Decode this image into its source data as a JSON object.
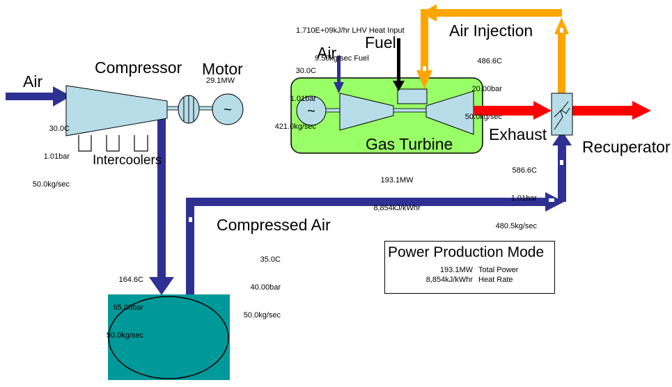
{
  "colors": {
    "air": "#2e3192",
    "exhaust": "#ff0000",
    "injection": "#ffa500",
    "turbine_enclosure": "#99ff66",
    "component": "#b7dde8",
    "storage": "#009999"
  },
  "labels": {
    "air_in": "Air",
    "compressor": "Compressor",
    "motor": "Motor",
    "intercoolers": "Intercoolers",
    "air_turbine": "Air",
    "fuel": "Fuel",
    "air_injection": "Air Injection",
    "gas_turbine": "Gas Turbine",
    "exhaust": "Exhaust",
    "recuperator": "Recuperator",
    "compressed_air": "Compressed Air"
  },
  "values": {
    "compressor_inlet": [
      "30.0C",
      "1.01bar",
      "50.0kg/sec"
    ],
    "motor_power": "29.1MW",
    "heat_input": [
      "1.710E+09kJ/hr LHV Heat Input",
      "9.50kg/sec Fuel"
    ],
    "turbine_air": [
      "30.0C",
      "1.01bar",
      "421.0kg/sec"
    ],
    "injection": [
      "486.6C",
      "20.00bar",
      "50.0kg/sec"
    ],
    "turbine_output": [
      "193.1MW",
      "8,854kJ/kWhr"
    ],
    "exhaust": [
      "586.6C",
      "1.01bar",
      "480.5kg/sec"
    ],
    "compressed_air": [
      "35.0C",
      "40.00bar",
      "50.0kg/sec"
    ],
    "storage_inlet": [
      "164.6C",
      "65.00bar",
      "50.0kg/sec"
    ]
  },
  "mode_box": {
    "title": "Power Production Mode",
    "rows": [
      {
        "value": "193.1MW",
        "label": "Total Power"
      },
      {
        "value": "8,854kJ/kWhr",
        "label": "Heat Rate"
      }
    ]
  }
}
